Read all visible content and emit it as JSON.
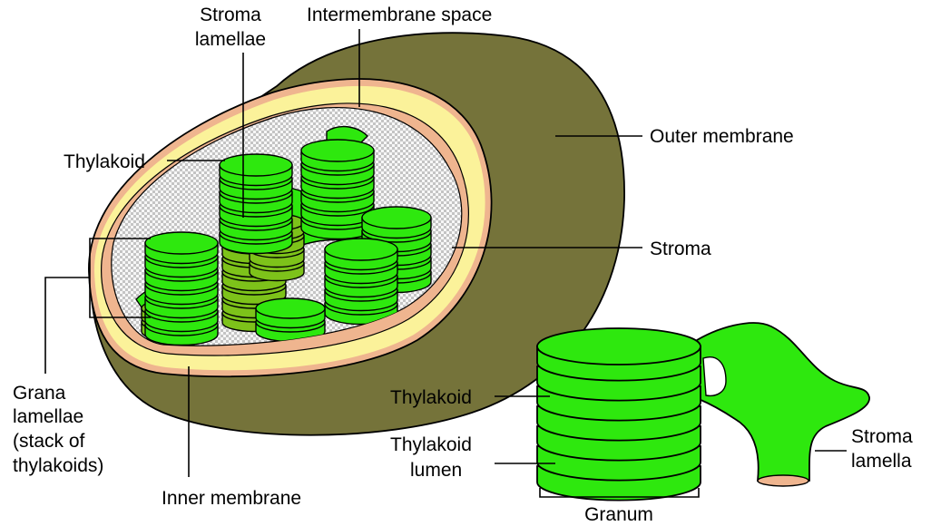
{
  "labels": {
    "stroma_lamellae": [
      "Stroma",
      "lamellae"
    ],
    "intermembrane_space": "Intermembrane space",
    "outer_membrane": "Outer membrane",
    "thylakoid_top": "Thylakoid",
    "stroma": "Stroma",
    "grana_lamellae": [
      "Grana",
      "lamellae",
      "(stack of",
      "thylakoids)"
    ],
    "inner_membrane": "Inner membrane",
    "thylakoid_granum": "Thylakoid",
    "thylakoid_lumen": [
      "Thylakoid",
      "lumen"
    ],
    "stroma_lamella": [
      "Stroma",
      "lamella"
    ],
    "granum": "Granum"
  },
  "colors": {
    "outer_membrane": "#75733a",
    "intermembrane_space": "#fbf29a",
    "inner_membrane": "#efb58f",
    "thylakoid": "#2ee80e",
    "thylakoid_shadow": "#7dc21a",
    "thylakoid_lumen": "#0c8a22",
    "stroma_texture": "#bdbdbd"
  }
}
